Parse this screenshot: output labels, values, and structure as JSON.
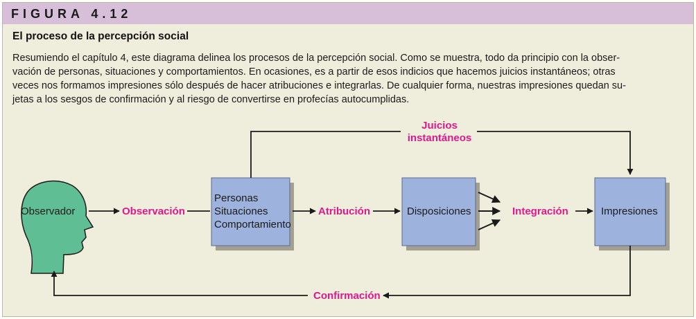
{
  "figure": {
    "label": "FIGURA 4.12",
    "title": "El proceso de la percepción social",
    "caption_lines": [
      "Resumiendo el capítulo 4, este diagrama delinea los procesos de la percepción social. Como se muestra, todo da principio con la obser-",
      "vación de personas, situaciones y comportamientos. En ocasiones, es a partir de esos indicios que hacemos juicios instantáneos; otras",
      "veces nos formamos impresiones sólo después de hacer atribuciones e integrarlas. De cualquier forma, nuestras impresiones quedan su-",
      "jetas a los sesgos de confirmación y al riesgo de convertirse en profecías autocumplidas."
    ]
  },
  "diagram": {
    "nodes": {
      "observer": "Observador",
      "inputs": [
        "Personas",
        "Situaciones",
        "Comportamiento"
      ],
      "dispositions": "Disposiciones",
      "impressions": "Impresiones"
    },
    "edges": {
      "observation": "Observación",
      "attribution": "Atribución",
      "integration": "Integración",
      "snap_judgments": [
        "Juicios",
        "instantáneos"
      ],
      "confirmation": "Confirmación"
    },
    "colors": {
      "header_band": "#d7bfd9",
      "panel_background": "#efeedd",
      "box_fill": "#9eb2de",
      "box_shadow": "#a39f93",
      "head_fill": "#5fbe94",
      "edge_label": "#e0188c"
    }
  }
}
